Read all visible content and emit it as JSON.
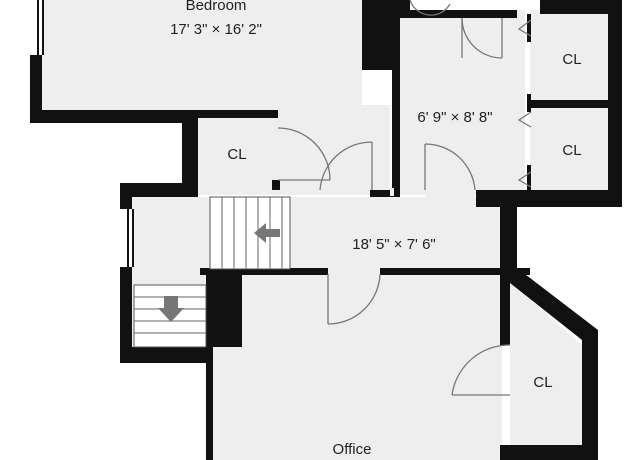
{
  "colors": {
    "wall": "#111111",
    "floor": "#eeeeee",
    "door_line": "#777777",
    "background": "#ffffff",
    "arrow": "#777777"
  },
  "rooms": {
    "bedroom": {
      "name": "Bedroom",
      "dims": "17' 3\" × 16' 2\""
    },
    "walk_in_closet": {
      "dims": "6' 9\" × 8' 8\""
    },
    "hallway": {
      "dims": "18' 5\" × 7' 6\""
    },
    "office": {
      "name": "Office"
    },
    "closet_hall": {
      "name": "CL"
    },
    "closet_upper_right": {
      "name": "CL"
    },
    "closet_lower_right": {
      "name": "CL"
    },
    "closet_office": {
      "name": "CL"
    }
  },
  "stairs": [
    {
      "name": "upper-stairs",
      "direction": "left",
      "icon": "arrow-left-icon"
    },
    {
      "name": "lower-stairs",
      "direction": "down",
      "icon": "arrow-down-icon"
    }
  ]
}
